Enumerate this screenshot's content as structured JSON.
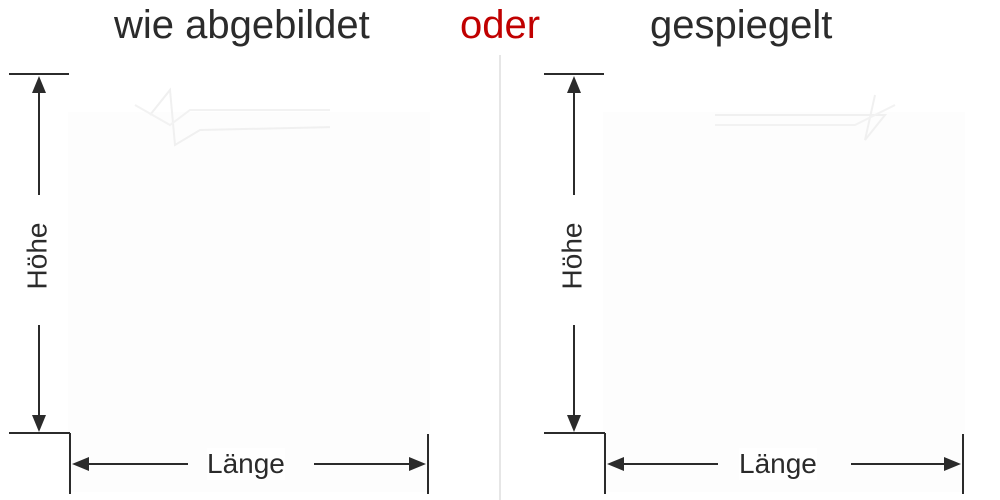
{
  "header": {
    "option_a": "wie abgebildet",
    "separator": "oder",
    "option_b": "gespiegelt"
  },
  "colors": {
    "text": "#2b2b2b",
    "accent": "#c00000",
    "divider": "#e6e6e6"
  },
  "panels": [
    {
      "name": "as-shown",
      "height_label": "Höhe",
      "length_label": "Länge"
    },
    {
      "name": "mirrored",
      "height_label": "Höhe",
      "length_label": "Länge"
    }
  ]
}
